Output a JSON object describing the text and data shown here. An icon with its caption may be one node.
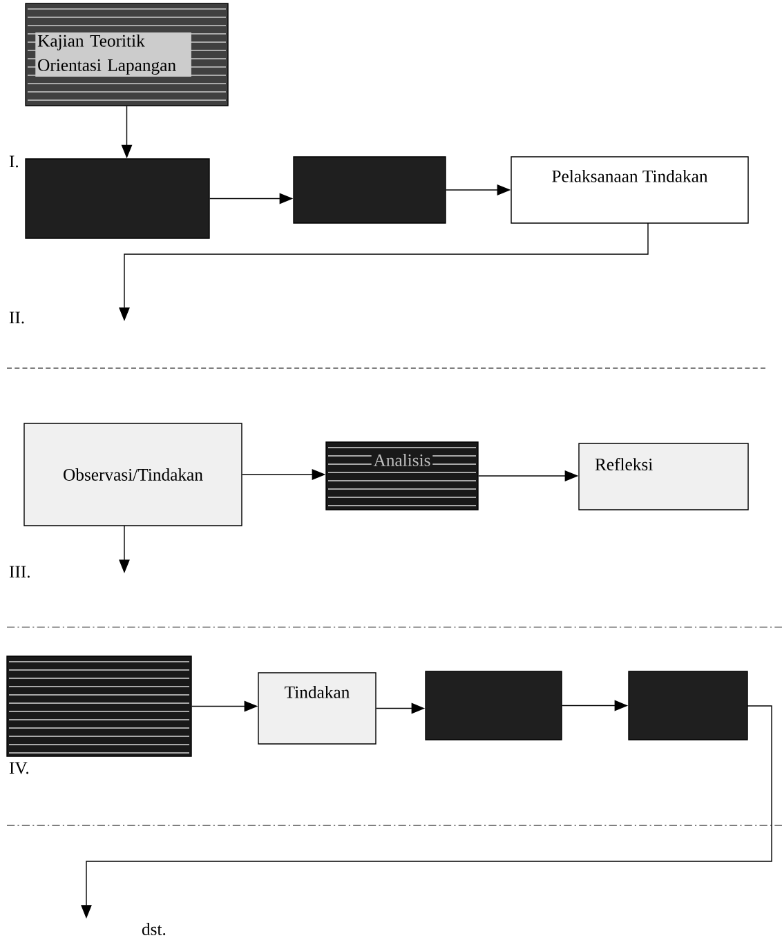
{
  "diagram": {
    "nodes": [
      {
        "text": [
          "Kajian Teoritik Orientasi Lapangan"
        ]
      },
      {
        "text": [],
        "shape": "box"
      },
      {
        "text": [],
        "shape": "box"
      },
      {
        "text": [
          "Pelaksanaan Tindakan"
        ]
      },
      {
        "text": [
          "Observasi/Tindakan"
        ]
      },
      {
        "text": [
          "Analisis"
        ]
      },
      {
        "text": [
          "Refleksi"
        ]
      },
      {
        "text": [],
        "shape": "box"
      },
      {
        "text": [
          "Tindakan"
        ]
      },
      {
        "text": [],
        "shape": "box"
      },
      {
        "text": [],
        "shape": "box"
      }
    ],
    "edges": [
      {
        "from": 0,
        "to": 1,
        "arrow": "to"
      },
      {
        "from": 1,
        "to": 2,
        "arrow": "to"
      },
      {
        "from": 2,
        "to": 3,
        "arrow": "to"
      },
      {
        "from": 3,
        "to": null,
        "arrow": "to"
      },
      {
        "from": 4,
        "to": 5,
        "arrow": "to"
      },
      {
        "from": 5,
        "to": 6,
        "arrow": "to"
      },
      {
        "from": 4,
        "to": null,
        "arrow": "to"
      },
      {
        "from": 7,
        "to": 8,
        "arrow": "to"
      },
      {
        "from": 8,
        "to": 9,
        "arrow": "to"
      },
      {
        "from": 9,
        "to": 10,
        "arrow": "to"
      },
      {
        "from": 10,
        "to": null,
        "arrow": "to"
      }
    ],
    "labels": [
      "I.",
      "II.",
      "III.",
      "IV.",
      "dst."
    ]
  }
}
